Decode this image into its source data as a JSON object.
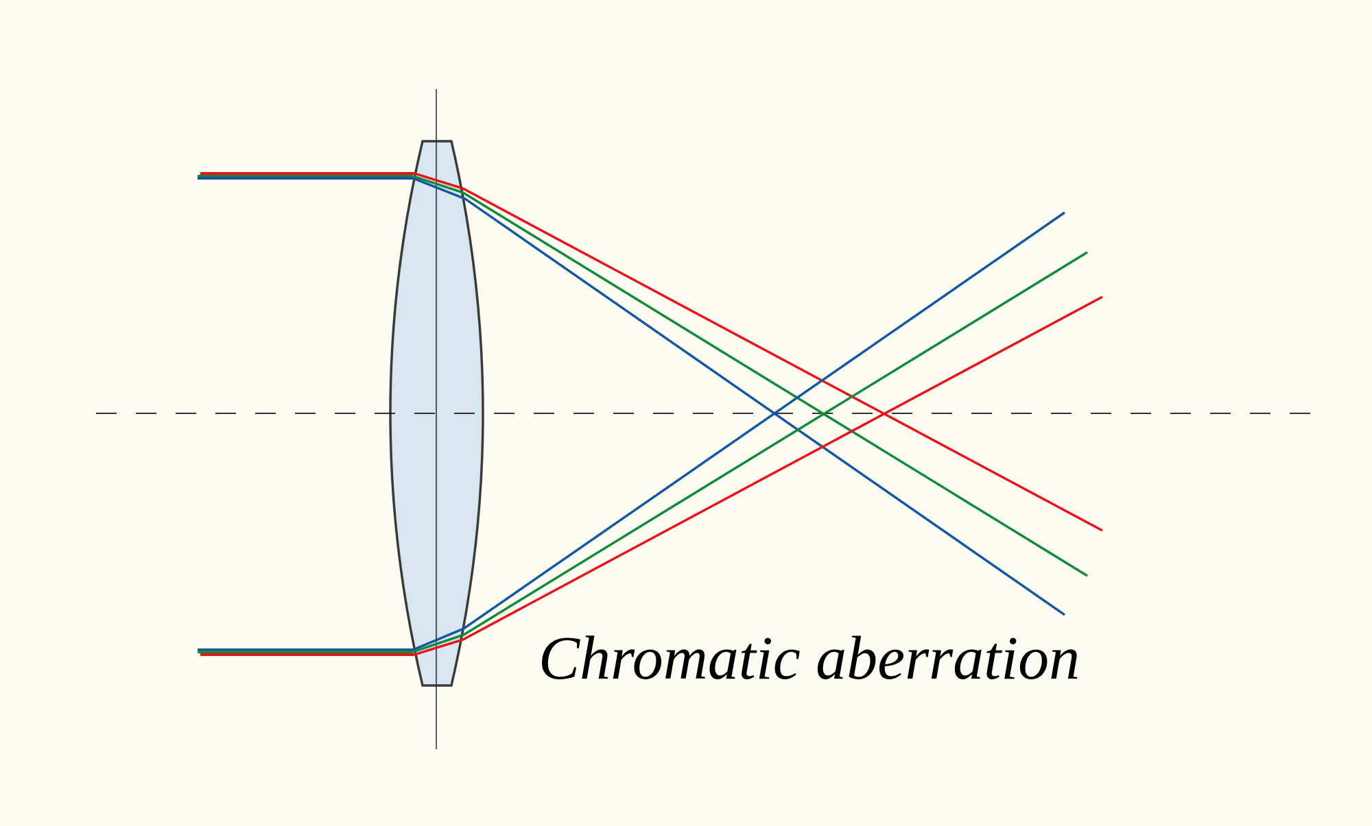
{
  "caption": "Chromatic aberration",
  "colors": {
    "background": "#fdfcf3",
    "lens_fill": "#d8e6f0",
    "lens_outline": "#3a3a3a",
    "lens_axis": "#333333",
    "optical_axis": "#1a1a1a",
    "red": "#e8141c",
    "green": "#128a3a",
    "blue": "#1457a0"
  },
  "rays": [
    {
      "name": "red",
      "color_key": "red"
    },
    {
      "name": "green",
      "color_key": "green"
    },
    {
      "name": "blue",
      "color_key": "blue"
    }
  ]
}
